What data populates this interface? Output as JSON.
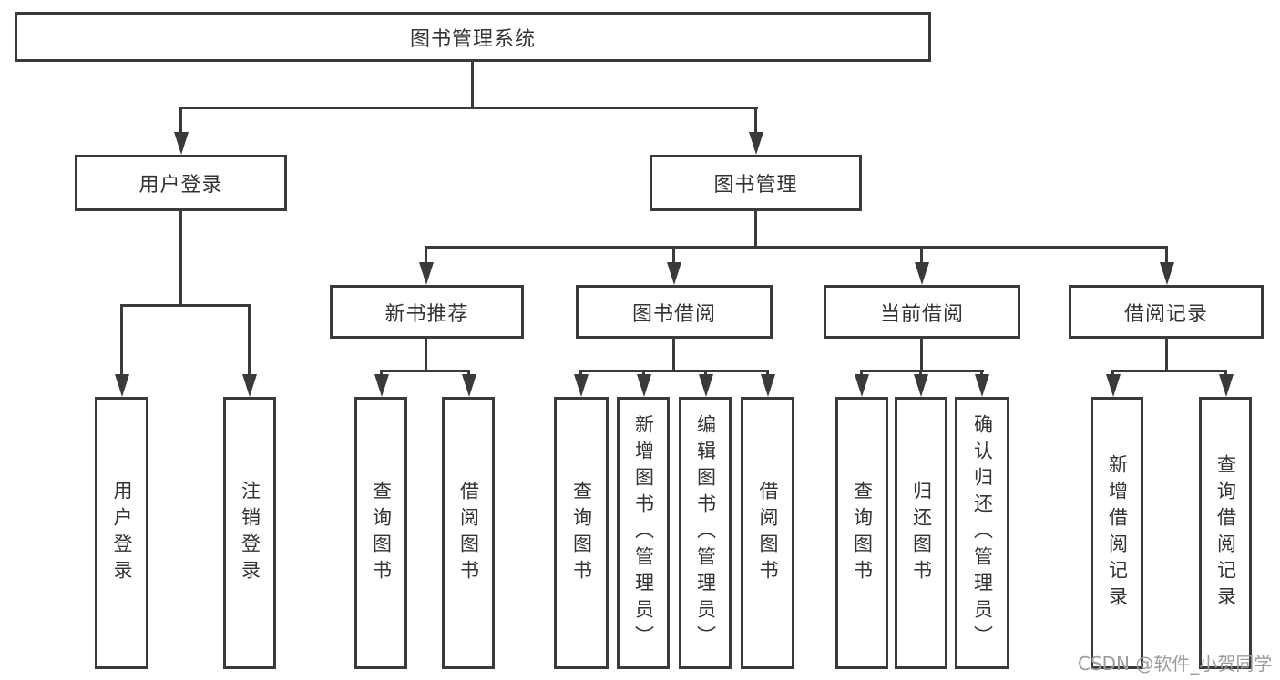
{
  "root": {
    "label": "图书管理系统"
  },
  "user_login": {
    "label": "用户登录",
    "children": [
      {
        "label": "用户登录"
      },
      {
        "label": "注销登录"
      }
    ]
  },
  "book_mgmt": {
    "label": "图书管理",
    "sections": [
      {
        "label": "新书推荐",
        "children": [
          {
            "label": "查询图书"
          },
          {
            "label": "借阅图书"
          }
        ]
      },
      {
        "label": "图书借阅",
        "children": [
          {
            "label": "查询图书"
          },
          {
            "label": "新增图书（管理员）"
          },
          {
            "label": "编辑图书（管理员）"
          },
          {
            "label": "借阅图书"
          }
        ]
      },
      {
        "label": "当前借阅",
        "children": [
          {
            "label": "查询图书"
          },
          {
            "label": "归还图书"
          },
          {
            "label": "确认归还（管理员）"
          }
        ]
      },
      {
        "label": "借阅记录",
        "children": [
          {
            "label": "新增借阅记录"
          },
          {
            "label": "查询借阅记录"
          }
        ]
      }
    ]
  },
  "watermark": "CSDN @软件_小贺同学",
  "colors": {
    "line": "#3a3a3a",
    "text": "#333333",
    "watermark": "#9c9c9c",
    "background": "#ffffff"
  }
}
